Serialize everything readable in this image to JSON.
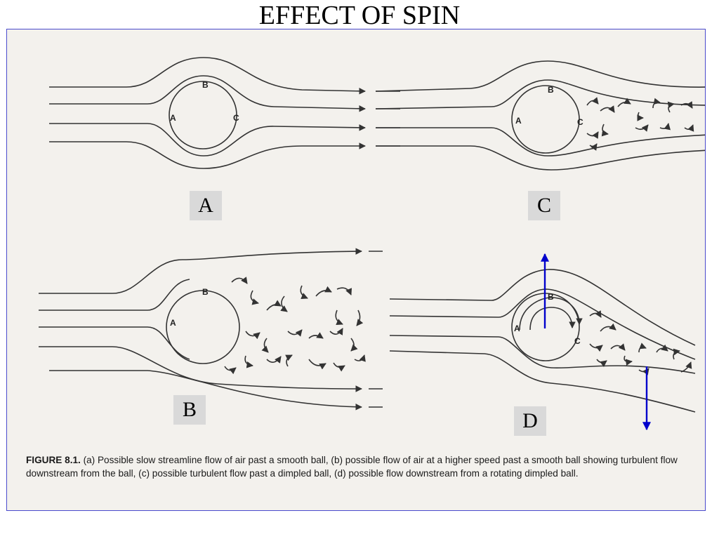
{
  "slide": {
    "title": "EFFECT OF SPIN"
  },
  "panels": [
    {
      "id": "A",
      "label": "A",
      "points": [
        "A",
        "B",
        "C"
      ]
    },
    {
      "id": "C",
      "label": "C",
      "points": [
        "A",
        "B",
        "C"
      ]
    },
    {
      "id": "B",
      "label": "B",
      "points": [
        "A",
        "B"
      ]
    },
    {
      "id": "D",
      "label": "D",
      "points": [
        "A",
        "B",
        "C"
      ]
    }
  ],
  "caption": {
    "figure_label": "FIGURE 8.1.",
    "text": "(a) Possible slow streamline flow of air past a smooth ball, (b) possible flow of air at a higher speed past a smooth ball showing turbulent flow downstream from the ball, (c) possible turbulent flow past a dimpled ball, (d) possible flow downstream from a rotating dimpled ball."
  },
  "colors": {
    "figure_background": "#f3f1ed",
    "figure_border": "#4a4acd",
    "line": "#333333",
    "force_arrow": "#0000cc",
    "label_box": "#d9d9d9"
  }
}
